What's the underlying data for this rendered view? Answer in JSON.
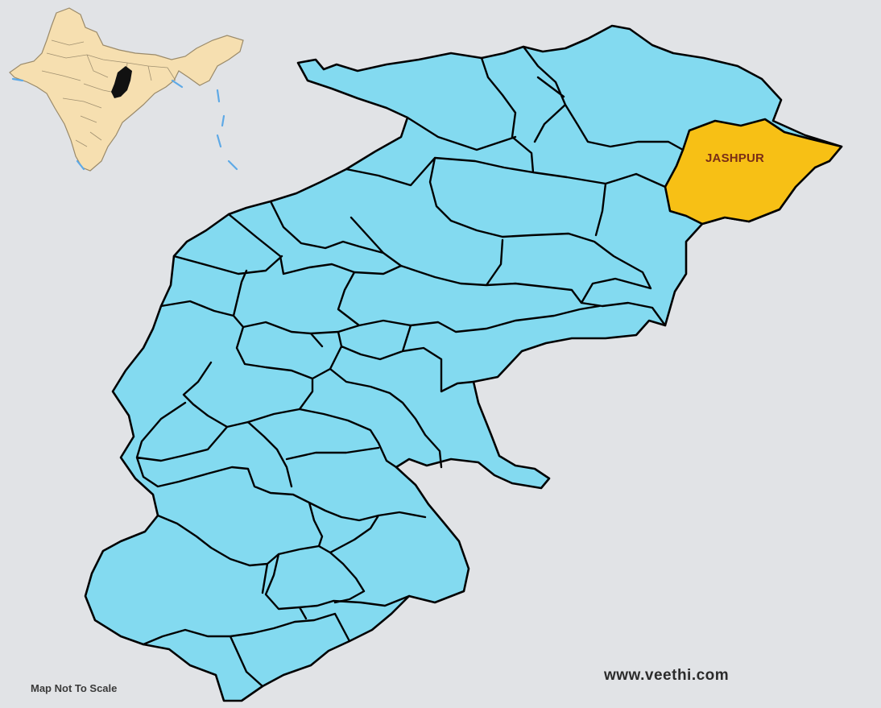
{
  "map": {
    "highlighted_district": "JASHPUR",
    "colors": {
      "background": "#e1e3e6",
      "district_fill": "#83daf0",
      "highlight_fill": "#f7c015",
      "border": "#000000",
      "inset_land": "#f6dfb0",
      "inset_state": "#111111",
      "inset_coast": "#5ea9e6"
    }
  },
  "footer": {
    "scale_note": "Map Not To Scale",
    "website": "www.veethi.com"
  }
}
